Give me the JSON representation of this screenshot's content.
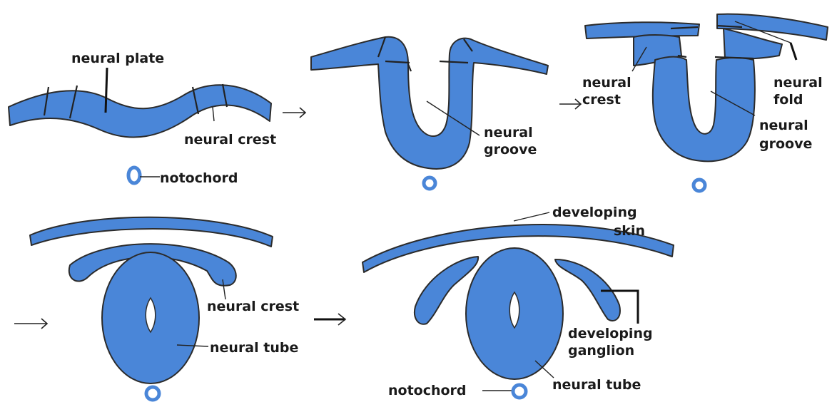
{
  "labels": {
    "p1_neural_plate": "neural plate",
    "p1_neural_crest": "neural crest",
    "p1_notochord": "notochord",
    "p2_neural_groove_1": "neural",
    "p2_neural_groove_2": "groove",
    "p3_neural_crest_1": "neural",
    "p3_neural_crest_2": "crest",
    "p3_neural_fold_1": "neural",
    "p3_neural_fold_2": "fold",
    "p3_neural_groove_1": "neural",
    "p3_neural_groove_2": "groove",
    "p4_neural_crest": "neural crest",
    "p4_neural_tube": "neural tube",
    "p5_developing_skin_1": "developing",
    "p5_developing_skin_2": "skin",
    "p5_developing_ganglion_1": "developing",
    "p5_developing_ganglion_2": "ganglion",
    "p5_neural_tube": "neural tube",
    "p5_notochord": "notochord"
  },
  "colors": {
    "tissue": "#4a86d8",
    "outline": "#2b2b2b",
    "text": "#1a1a1a"
  }
}
